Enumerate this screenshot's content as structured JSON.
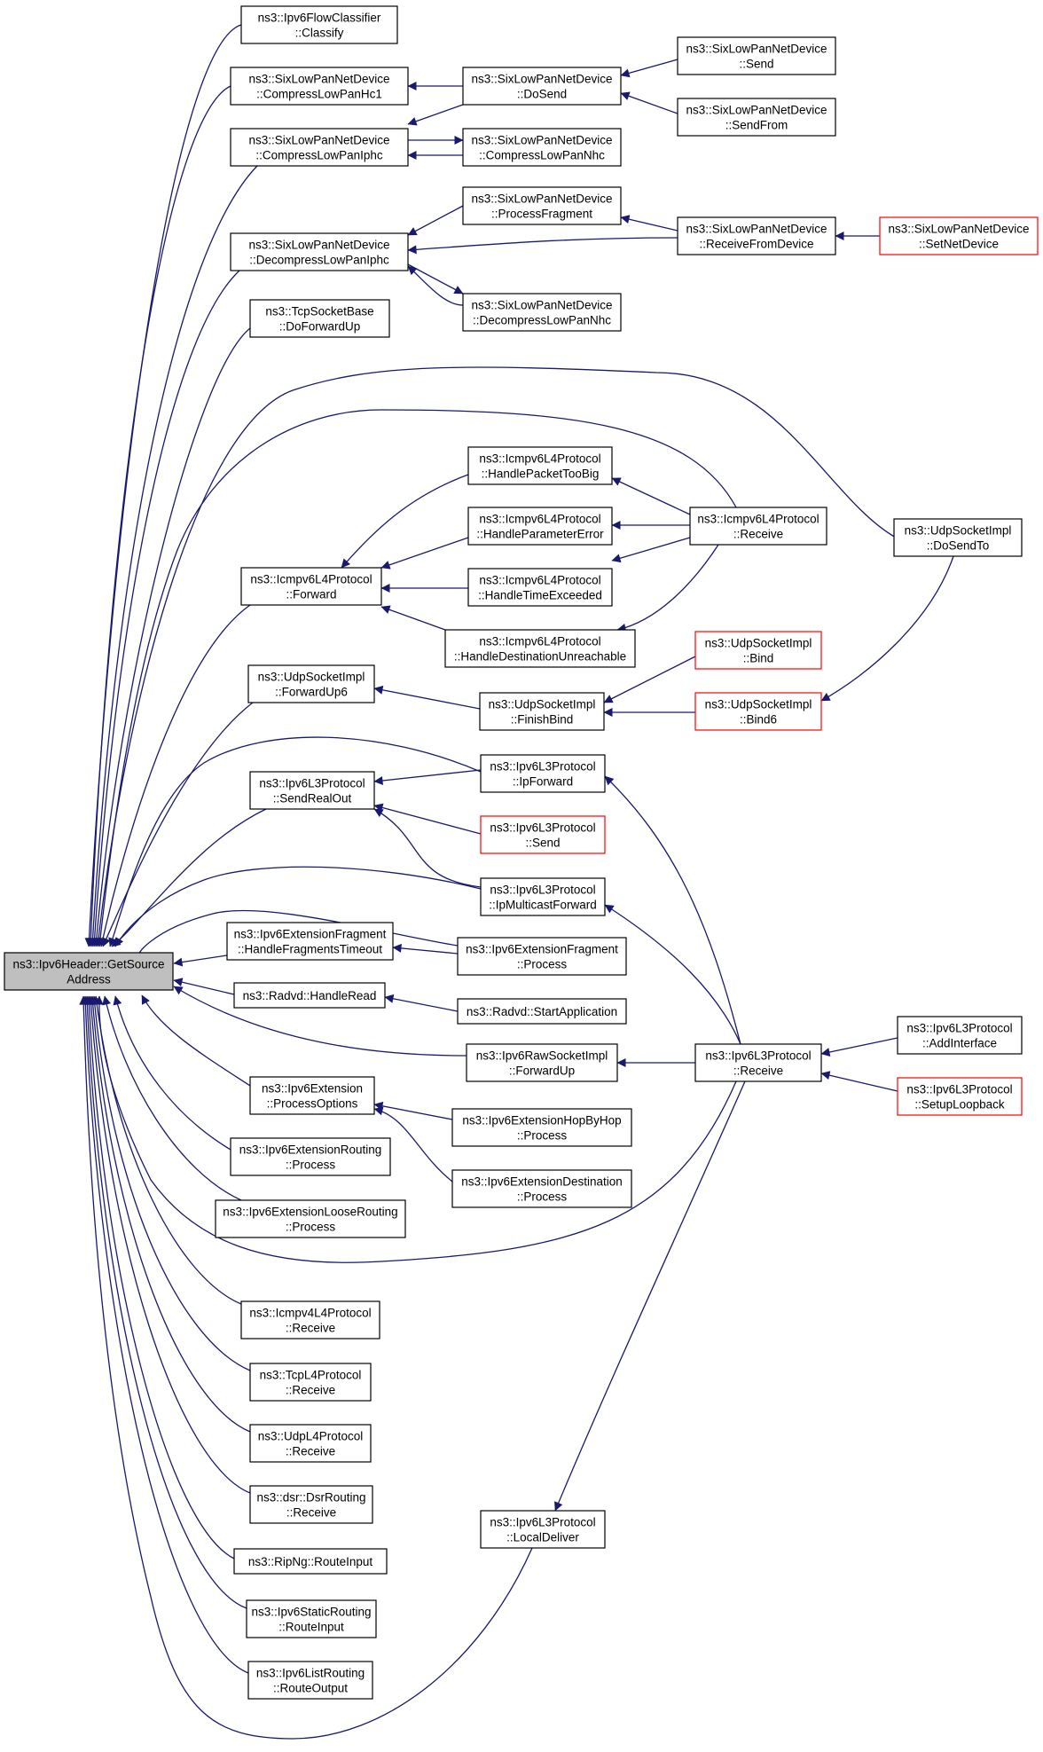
{
  "diagram": {
    "type": "call-graph",
    "colors": {
      "edge": "#191970",
      "node_border": "#000000",
      "node_border_external": "#ff0000",
      "node_fill": "#ffffff",
      "focus_fill": "#bfbfbf",
      "text": "#000000"
    },
    "nodes": [
      {
        "id": "root",
        "lines": [
          "ns3::Ipv6Header::GetSource",
          "Address"
        ],
        "style": "focus"
      },
      {
        "id": "flow_classify",
        "lines": [
          "ns3::Ipv6FlowClassifier",
          "::Classify"
        ],
        "style": "normal"
      },
      {
        "id": "compress_hc1",
        "lines": [
          "ns3::SixLowPanNetDevice",
          "::CompressLowPanHc1"
        ],
        "style": "normal"
      },
      {
        "id": "compress_iphc",
        "lines": [
          "ns3::SixLowPanNetDevice",
          "::CompressLowPanIphc"
        ],
        "style": "normal"
      },
      {
        "id": "decompress_iphc",
        "lines": [
          "ns3::SixLowPanNetDevice",
          "::DecompressLowPanIphc"
        ],
        "style": "normal"
      },
      {
        "id": "tcp_socket_base",
        "lines": [
          "ns3::TcpSocketBase",
          "::DoForwardUp"
        ],
        "style": "normal"
      },
      {
        "id": "icmp_forward",
        "lines": [
          "ns3::Icmpv6L4Protocol",
          "::Forward"
        ],
        "style": "normal"
      },
      {
        "id": "udp_forwardup6",
        "lines": [
          "ns3::UdpSocketImpl",
          "::ForwardUp6"
        ],
        "style": "normal"
      },
      {
        "id": "send_real_out",
        "lines": [
          "ns3::Ipv6L3Protocol",
          "::SendRealOut"
        ],
        "style": "normal"
      },
      {
        "id": "frag_timeout",
        "lines": [
          "ns3::Ipv6ExtensionFragment",
          "::HandleFragmentsTimeout"
        ],
        "style": "normal"
      },
      {
        "id": "radvd_handle",
        "lines": [
          "ns3::Radvd::HandleRead"
        ],
        "style": "normal"
      },
      {
        "id": "ext_process_options",
        "lines": [
          "ns3::Ipv6Extension",
          "::ProcessOptions"
        ],
        "style": "normal"
      },
      {
        "id": "ext_routing",
        "lines": [
          "ns3::Ipv6ExtensionRouting",
          "::Process"
        ],
        "style": "normal"
      },
      {
        "id": "ext_loose",
        "lines": [
          "ns3::Ipv6ExtensionLooseRouting",
          "::Process"
        ],
        "style": "normal"
      },
      {
        "id": "icmpv4_receive",
        "lines": [
          "ns3::Icmpv4L4Protocol",
          "::Receive"
        ],
        "style": "normal"
      },
      {
        "id": "tcp_l4_receive",
        "lines": [
          "ns3::TcpL4Protocol",
          "::Receive"
        ],
        "style": "normal"
      },
      {
        "id": "udp_l4_receive",
        "lines": [
          "ns3::UdpL4Protocol",
          "::Receive"
        ],
        "style": "normal"
      },
      {
        "id": "dsr_receive",
        "lines": [
          "ns3::dsr::DsrRouting",
          "::Receive"
        ],
        "style": "normal"
      },
      {
        "id": "ripng_route_input",
        "lines": [
          "ns3::RipNg::RouteInput"
        ],
        "style": "normal"
      },
      {
        "id": "static_route_input",
        "lines": [
          "ns3::Ipv6StaticRouting",
          "::RouteInput"
        ],
        "style": "normal"
      },
      {
        "id": "list_route_output",
        "lines": [
          "ns3::Ipv6ListRouting",
          "::RouteOutput"
        ],
        "style": "normal"
      },
      {
        "id": "do_send",
        "lines": [
          "ns3::SixLowPanNetDevice",
          "::DoSend"
        ],
        "style": "normal"
      },
      {
        "id": "compress_nhc",
        "lines": [
          "ns3::SixLowPanNetDevice",
          "::CompressLowPanNhc"
        ],
        "style": "normal"
      },
      {
        "id": "process_fragment",
        "lines": [
          "ns3::SixLowPanNetDevice",
          "::ProcessFragment"
        ],
        "style": "normal"
      },
      {
        "id": "decompress_nhc",
        "lines": [
          "ns3::SixLowPanNetDevice",
          "::DecompressLowPanNhc"
        ],
        "style": "normal"
      },
      {
        "id": "handle_too_big",
        "lines": [
          "ns3::Icmpv6L4Protocol",
          "::HandlePacketTooBig"
        ],
        "style": "normal"
      },
      {
        "id": "handle_param_err",
        "lines": [
          "ns3::Icmpv6L4Protocol",
          "::HandleParameterError"
        ],
        "style": "normal"
      },
      {
        "id": "handle_time_exceeded",
        "lines": [
          "ns3::Icmpv6L4Protocol",
          "::HandleTimeExceeded"
        ],
        "style": "normal"
      },
      {
        "id": "handle_dest_unreach",
        "lines": [
          "ns3::Icmpv6L4Protocol",
          "::HandleDestinationUnreachable"
        ],
        "style": "normal"
      },
      {
        "id": "finish_bind",
        "lines": [
          "ns3::UdpSocketImpl",
          "::FinishBind"
        ],
        "style": "normal"
      },
      {
        "id": "ip_forward",
        "lines": [
          "ns3::Ipv6L3Protocol",
          "::IpForward"
        ],
        "style": "normal"
      },
      {
        "id": "l3_send",
        "lines": [
          "ns3::Ipv6L3Protocol",
          "::Send"
        ],
        "style": "external"
      },
      {
        "id": "ip_mcast_forward",
        "lines": [
          "ns3::Ipv6L3Protocol",
          "::IpMulticastForward"
        ],
        "style": "normal"
      },
      {
        "id": "frag_process",
        "lines": [
          "ns3::Ipv6ExtensionFragment",
          "::Process"
        ],
        "style": "normal"
      },
      {
        "id": "radvd_start",
        "lines": [
          "ns3::Radvd::StartApplication"
        ],
        "style": "normal"
      },
      {
        "id": "raw_forward_up",
        "lines": [
          "ns3::Ipv6RawSocketImpl",
          "::ForwardUp"
        ],
        "style": "normal"
      },
      {
        "id": "hop_by_hop",
        "lines": [
          "ns3::Ipv6ExtensionHopByHop",
          "::Process"
        ],
        "style": "normal"
      },
      {
        "id": "ext_destination",
        "lines": [
          "ns3::Ipv6ExtensionDestination",
          "::Process"
        ],
        "style": "normal"
      },
      {
        "id": "local_deliver",
        "lines": [
          "ns3::Ipv6L3Protocol",
          "::LocalDeliver"
        ],
        "style": "normal"
      },
      {
        "id": "dev_send",
        "lines": [
          "ns3::SixLowPanNetDevice",
          "::Send"
        ],
        "style": "normal"
      },
      {
        "id": "dev_send_from",
        "lines": [
          "ns3::SixLowPanNetDevice",
          "::SendFrom"
        ],
        "style": "normal"
      },
      {
        "id": "receive_from_device",
        "lines": [
          "ns3::SixLowPanNetDevice",
          "::ReceiveFromDevice"
        ],
        "style": "normal"
      },
      {
        "id": "icmpv6_receive",
        "lines": [
          "ns3::Icmpv6L4Protocol",
          "::Receive"
        ],
        "style": "normal"
      },
      {
        "id": "udp_bind",
        "lines": [
          "ns3::UdpSocketImpl",
          "::Bind"
        ],
        "style": "external"
      },
      {
        "id": "udp_bind6",
        "lines": [
          "ns3::UdpSocketImpl",
          "::Bind6"
        ],
        "style": "external"
      },
      {
        "id": "l3_receive",
        "lines": [
          "ns3::Ipv6L3Protocol",
          "::Receive"
        ],
        "style": "normal"
      },
      {
        "id": "set_net_device",
        "lines": [
          "ns3::SixLowPanNetDevice",
          "::SetNetDevice"
        ],
        "style": "external"
      },
      {
        "id": "udp_do_send_to",
        "lines": [
          "ns3::UdpSocketImpl",
          "::DoSendTo"
        ],
        "style": "normal"
      },
      {
        "id": "add_interface",
        "lines": [
          "ns3::Ipv6L3Protocol",
          "::AddInterface"
        ],
        "style": "normal"
      },
      {
        "id": "setup_loopback",
        "lines": [
          "ns3::Ipv6L3Protocol",
          "::SetupLoopback"
        ],
        "style": "external"
      }
    ]
  }
}
